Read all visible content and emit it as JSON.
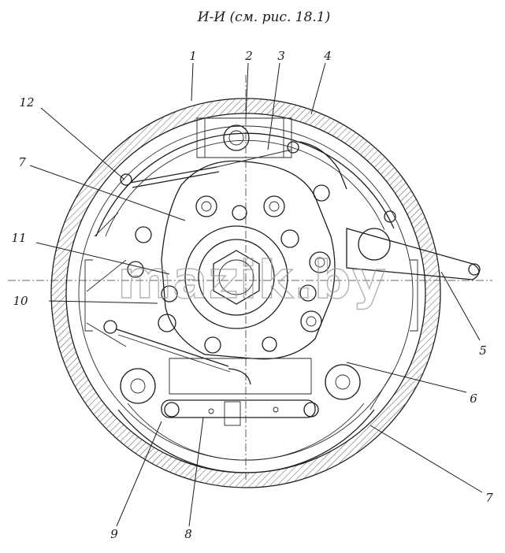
{
  "title": "И-И (см. рис. 18.1)",
  "watermark": "mazik.by",
  "callouts": [
    {
      "id": "c1",
      "label": "1"
    },
    {
      "id": "c2",
      "label": "2"
    },
    {
      "id": "c3",
      "label": "3"
    },
    {
      "id": "c4",
      "label": "4"
    },
    {
      "id": "c5",
      "label": "5"
    },
    {
      "id": "c6",
      "label": "6"
    },
    {
      "id": "c7r",
      "label": "7"
    },
    {
      "id": "c8",
      "label": "8"
    },
    {
      "id": "c9",
      "label": "9"
    },
    {
      "id": "c10",
      "label": "10"
    },
    {
      "id": "c11",
      "label": "11"
    },
    {
      "id": "c12",
      "label": "12"
    },
    {
      "id": "c7l",
      "label": "7"
    }
  ]
}
